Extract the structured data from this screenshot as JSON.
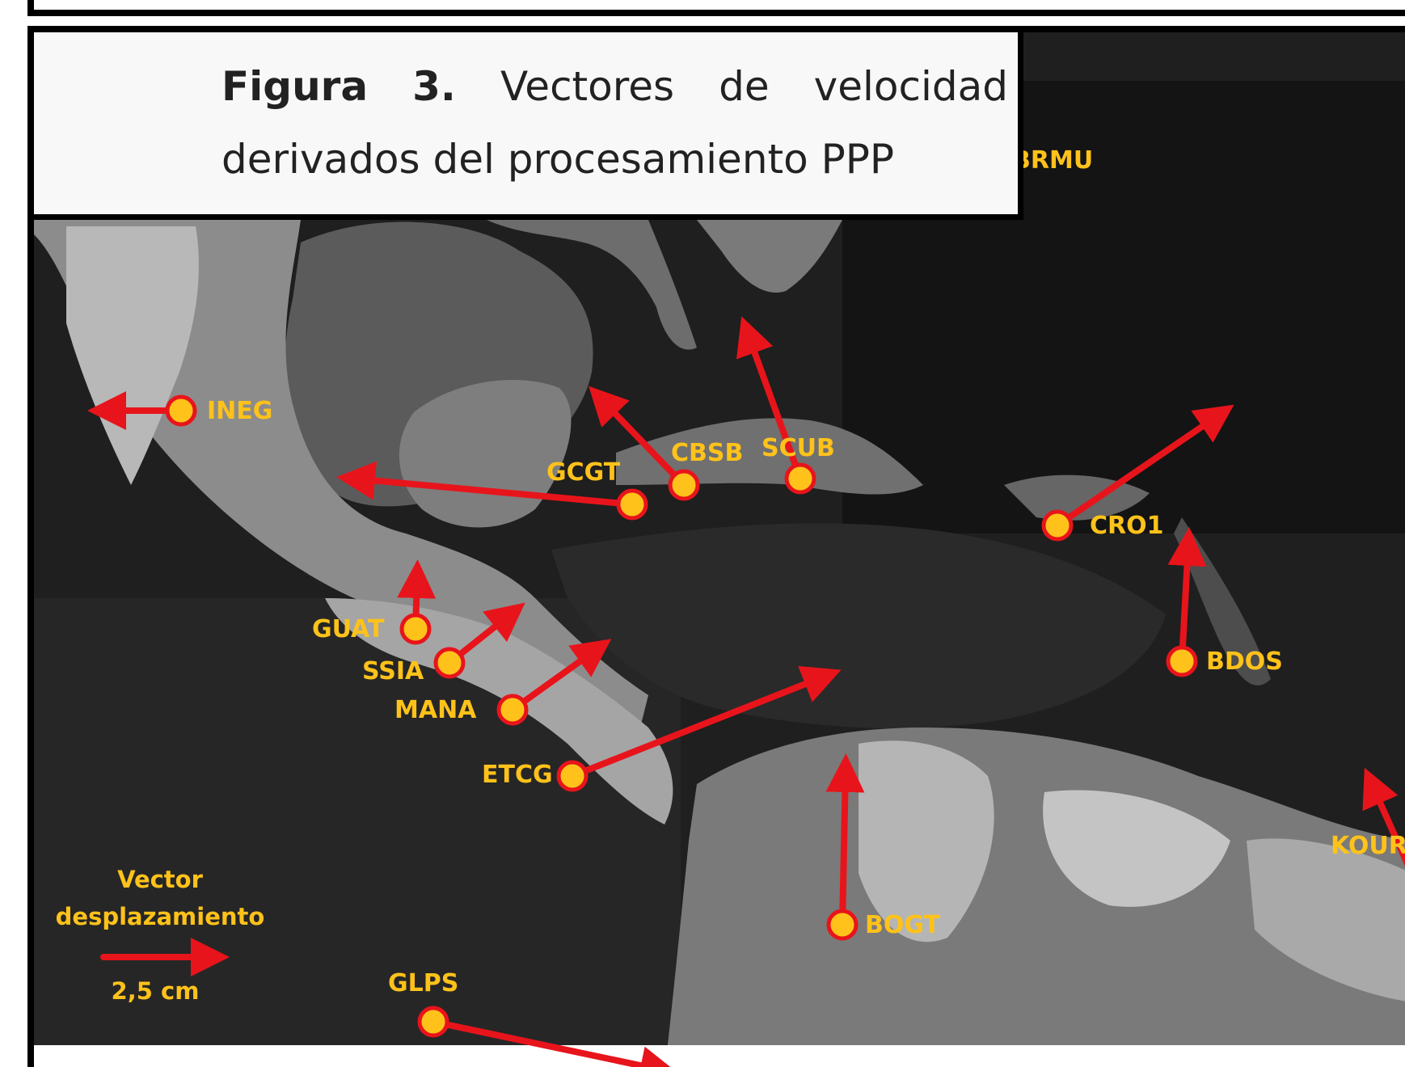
{
  "caption": {
    "figure_label": "Figura",
    "figure_number": "3.",
    "line1_words": [
      "Vectores",
      "de",
      "velocidad"
    ],
    "line2": "derivados del procesamiento PPP"
  },
  "stations": [
    {
      "id": "BRMU",
      "label": "BRMU"
    },
    {
      "id": "INEG",
      "label": "INEG"
    },
    {
      "id": "CBSB",
      "label": "CBSB"
    },
    {
      "id": "SCUB",
      "label": "SCUB"
    },
    {
      "id": "GCGT",
      "label": "GCGT"
    },
    {
      "id": "CRO1",
      "label": "CRO1"
    },
    {
      "id": "GUAT",
      "label": "GUAT"
    },
    {
      "id": "SSIA",
      "label": "SSIA"
    },
    {
      "id": "MANA",
      "label": "MANA"
    },
    {
      "id": "ETCG",
      "label": "ETCG"
    },
    {
      "id": "BDOS",
      "label": "BDOS"
    },
    {
      "id": "KOUR",
      "label": "KOUR"
    },
    {
      "id": "BOGT",
      "label": "BOGT"
    },
    {
      "id": "GLPS",
      "label": "GLPS"
    }
  ],
  "legend": {
    "line1": "Vector",
    "line2": "desplazamiento",
    "scale_label": "2,5 cm"
  },
  "colors": {
    "vector": "#e8141b",
    "station_fill": "#ffc21a",
    "label": "#ffc21a"
  }
}
